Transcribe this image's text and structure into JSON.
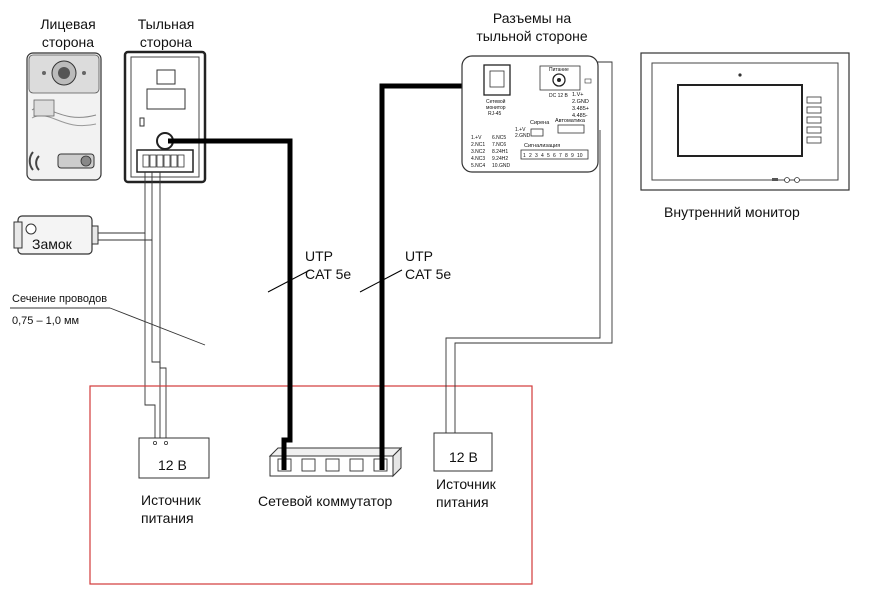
{
  "labels": {
    "front_side": [
      "Лицевая",
      "сторона"
    ],
    "rear_side": [
      "Тыльная",
      "сторона"
    ],
    "rear_connectors": [
      "Разъемы на",
      "тыльной стороне"
    ],
    "indoor_monitor": "Внутренний монитор",
    "lock": "Замок",
    "wire_section": "Сечение проводов",
    "wire_section_value": "0,75 – 1,0 мм",
    "cable_left": [
      "UTP",
      "CAT 5e"
    ],
    "cable_right": [
      "UTP",
      "CAT 5e"
    ],
    "psu_left_voltage": "12 В",
    "psu_left_name": [
      "Источник",
      "питания"
    ],
    "psu_right_voltage": "12 В",
    "psu_right_name": [
      "Источник",
      "питания"
    ],
    "network_switch": "Сетевой коммутатор"
  },
  "connector_panel": {
    "net_monitor": [
      "Сетевой",
      "монитор",
      "RJ-45"
    ],
    "power": "Питание",
    "dc12": "DC 12 В",
    "pins_right": [
      "1.V+",
      "2.GND",
      "3.485+",
      "4.485-"
    ],
    "siren": "Сирена",
    "siren_pins": [
      "1.+V",
      "2.GND"
    ],
    "automation": "Автоматика",
    "alarm": "Сигнализация",
    "alarm_pins": [
      "1",
      "2",
      "3",
      "4",
      "5",
      "6",
      "7",
      "8",
      "9",
      "10"
    ],
    "terminals_col1": [
      "1.+V",
      "2.NC1",
      "3.NC2",
      "4.NC3",
      "5.NC4"
    ],
    "terminals_col2": [
      "6.NC5",
      "7.NC6",
      "8.24H1",
      "9.24H2",
      "10.GND"
    ]
  },
  "colors": {
    "zone_border": "#d33a3a",
    "cable": "#000000",
    "wire": "#333333"
  }
}
